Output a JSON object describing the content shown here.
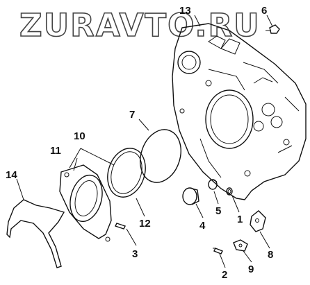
{
  "watermark": "ZURAVTO.RU",
  "callouts": {
    "c1": "1",
    "c2": "2",
    "c3": "3",
    "c4": "4",
    "c5": "5",
    "c6": "6",
    "c7": "7",
    "c8": "8",
    "c9": "9",
    "c10": "10",
    "c11": "11",
    "c12": "12",
    "c13": "13",
    "c14": "14"
  }
}
